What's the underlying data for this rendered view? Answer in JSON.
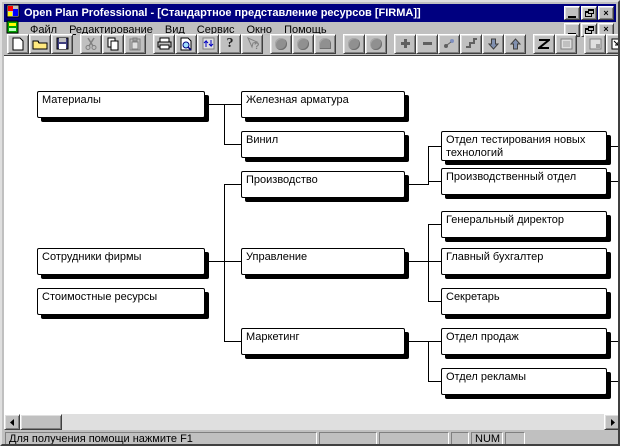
{
  "window": {
    "title": "Open Plan Professional - [Стандартное представление ресурсов [FIRMA]]"
  },
  "menu": {
    "items": [
      {
        "label": "Файл"
      },
      {
        "label": "Редактирование"
      },
      {
        "label": "Вид"
      },
      {
        "label": "Сервис"
      },
      {
        "label": "Окно"
      },
      {
        "label": "Помощь"
      }
    ]
  },
  "toolbar": {
    "buttons": [
      {
        "name": "new",
        "disabled": false
      },
      {
        "name": "open",
        "disabled": false
      },
      {
        "name": "save",
        "disabled": false
      },
      {
        "name": "cut",
        "disabled": true
      },
      {
        "name": "copy",
        "disabled": false
      },
      {
        "name": "paste",
        "disabled": true
      },
      {
        "name": "print",
        "disabled": false
      },
      {
        "name": "print-preview",
        "disabled": false
      },
      {
        "name": "exchange",
        "disabled": false
      },
      {
        "name": "help",
        "disabled": false
      },
      {
        "name": "context-help",
        "disabled": true
      },
      {
        "name": "shape-circle-1",
        "disabled": true
      },
      {
        "name": "shape-circle-2",
        "disabled": true
      },
      {
        "name": "shape-arch",
        "disabled": true
      },
      {
        "name": "shape-circle-3",
        "disabled": true
      },
      {
        "name": "shape-circle-4",
        "disabled": true
      },
      {
        "name": "add",
        "disabled": false
      },
      {
        "name": "remove",
        "disabled": false
      },
      {
        "name": "link-nodes",
        "disabled": false
      },
      {
        "name": "steps",
        "disabled": false
      },
      {
        "name": "move-down",
        "disabled": false
      },
      {
        "name": "move-up",
        "disabled": false
      },
      {
        "name": "zigzag",
        "disabled": false
      },
      {
        "name": "notes",
        "disabled": true
      },
      {
        "name": "tile-window",
        "disabled": true
      },
      {
        "name": "expand-window",
        "disabled": false
      }
    ]
  },
  "tree": {
    "nodes": [
      {
        "label": "Материалы"
      },
      {
        "label": "Сотрудники фирмы"
      },
      {
        "label": "Стоимостные ресурсы"
      },
      {
        "label": "Железная арматура"
      },
      {
        "label": "Винил"
      },
      {
        "label": "Производство"
      },
      {
        "label": "Управление"
      },
      {
        "label": "Маркетинг"
      },
      {
        "label": "Отдел тестирования новых технологий"
      },
      {
        "label": "Производственный отдел"
      },
      {
        "label": "Генеральный директор"
      },
      {
        "label": "Главный бухгалтер"
      },
      {
        "label": "Секретарь"
      },
      {
        "label": "Отдел продаж"
      },
      {
        "label": "Отдел рекламы"
      }
    ],
    "hierarchy": [
      {
        "parent": "Материалы",
        "children": [
          "Железная арматура",
          "Винил"
        ]
      },
      {
        "parent": "Сотрудники фирмы",
        "children": [
          "Производство",
          "Управление",
          "Маркетинг"
        ]
      },
      {
        "parent": "Производство",
        "children": [
          "Отдел тестирования новых технологий",
          "Производственный отдел"
        ]
      },
      {
        "parent": "Управление",
        "children": [
          "Генеральный директор",
          "Главный бухгалтер",
          "Секретарь"
        ]
      },
      {
        "parent": "Маркетинг",
        "children": [
          "Отдел продаж",
          "Отдел рекламы"
        ]
      }
    ]
  },
  "statusbar": {
    "message": "Для получения помощи нажмите F1",
    "num": "NUM"
  },
  "colors": {
    "titlebar": "#000080",
    "titlebar_text": "#ffffff",
    "chrome": "#c0c0c0",
    "canvas": "#ffffff",
    "node_border": "#000000"
  }
}
